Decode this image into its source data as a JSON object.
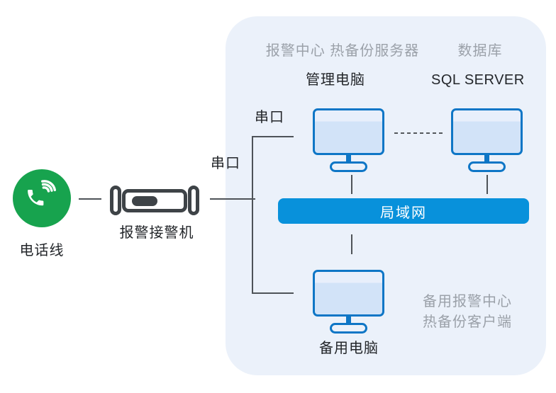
{
  "title": "alarm-center-hot-backup-network-diagram",
  "colors": {
    "phone_green": "#17A34E",
    "lan_blue": "#0891DB",
    "monitor_blue": "#0E76C6",
    "panel_bg": "#EBF1FA",
    "muted_text": "#9BA1A9",
    "dark_text": "#23262A",
    "device_dark": "#3E4347",
    "line_gray": "#4E5358"
  },
  "phone": {
    "label": "电话线"
  },
  "receiver": {
    "label": "报警接警机"
  },
  "serial": {
    "outer_label": "串口",
    "inner_label": "串口"
  },
  "panel": {
    "header_server": "报警中心 热备份服务器",
    "header_database": "数据库",
    "management_pc_label": "管理电脑",
    "sql_server_label": "SQL SERVER",
    "lan_label": "局域网",
    "backup_pc_label": "备用电脑",
    "backup_note": {
      "line1": "备用报警中心",
      "line2": "热备份客户端"
    }
  }
}
